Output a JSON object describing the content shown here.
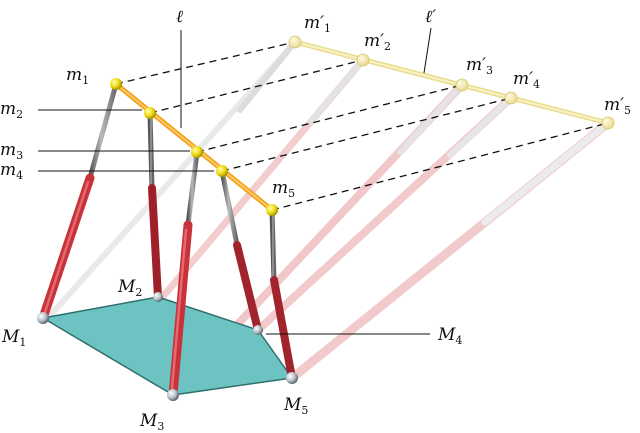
{
  "figure": {
    "line_label": "ℓ",
    "line_prime_label": "ℓ′",
    "top_points": [
      {
        "name": "m",
        "sub": "1"
      },
      {
        "name": "m",
        "sub": "2"
      },
      {
        "name": "m",
        "sub": "3"
      },
      {
        "name": "m",
        "sub": "4"
      },
      {
        "name": "m",
        "sub": "5"
      }
    ],
    "top_points_prime": [
      {
        "name": "m′",
        "sub": "1"
      },
      {
        "name": "m′",
        "sub": "2"
      },
      {
        "name": "m′",
        "sub": "3"
      },
      {
        "name": "m′",
        "sub": "4"
      },
      {
        "name": "m′",
        "sub": "5"
      }
    ],
    "base_points": [
      {
        "name": "M",
        "sub": "1"
      },
      {
        "name": "M",
        "sub": "2"
      },
      {
        "name": "M",
        "sub": "3"
      },
      {
        "name": "M",
        "sub": "4"
      },
      {
        "name": "M",
        "sub": "5"
      }
    ],
    "colors": {
      "platform_fill": "#6cc3c2",
      "platform_stroke": "#2f6f6e",
      "segment": "#f4a21a",
      "segment_prime": "#f3e9a6",
      "joint_top": "#f1e218",
      "joint_top_prime": "#f2e7a0",
      "leg_red": "#c8323a",
      "leg_grey": "#8a8a8a"
    }
  }
}
